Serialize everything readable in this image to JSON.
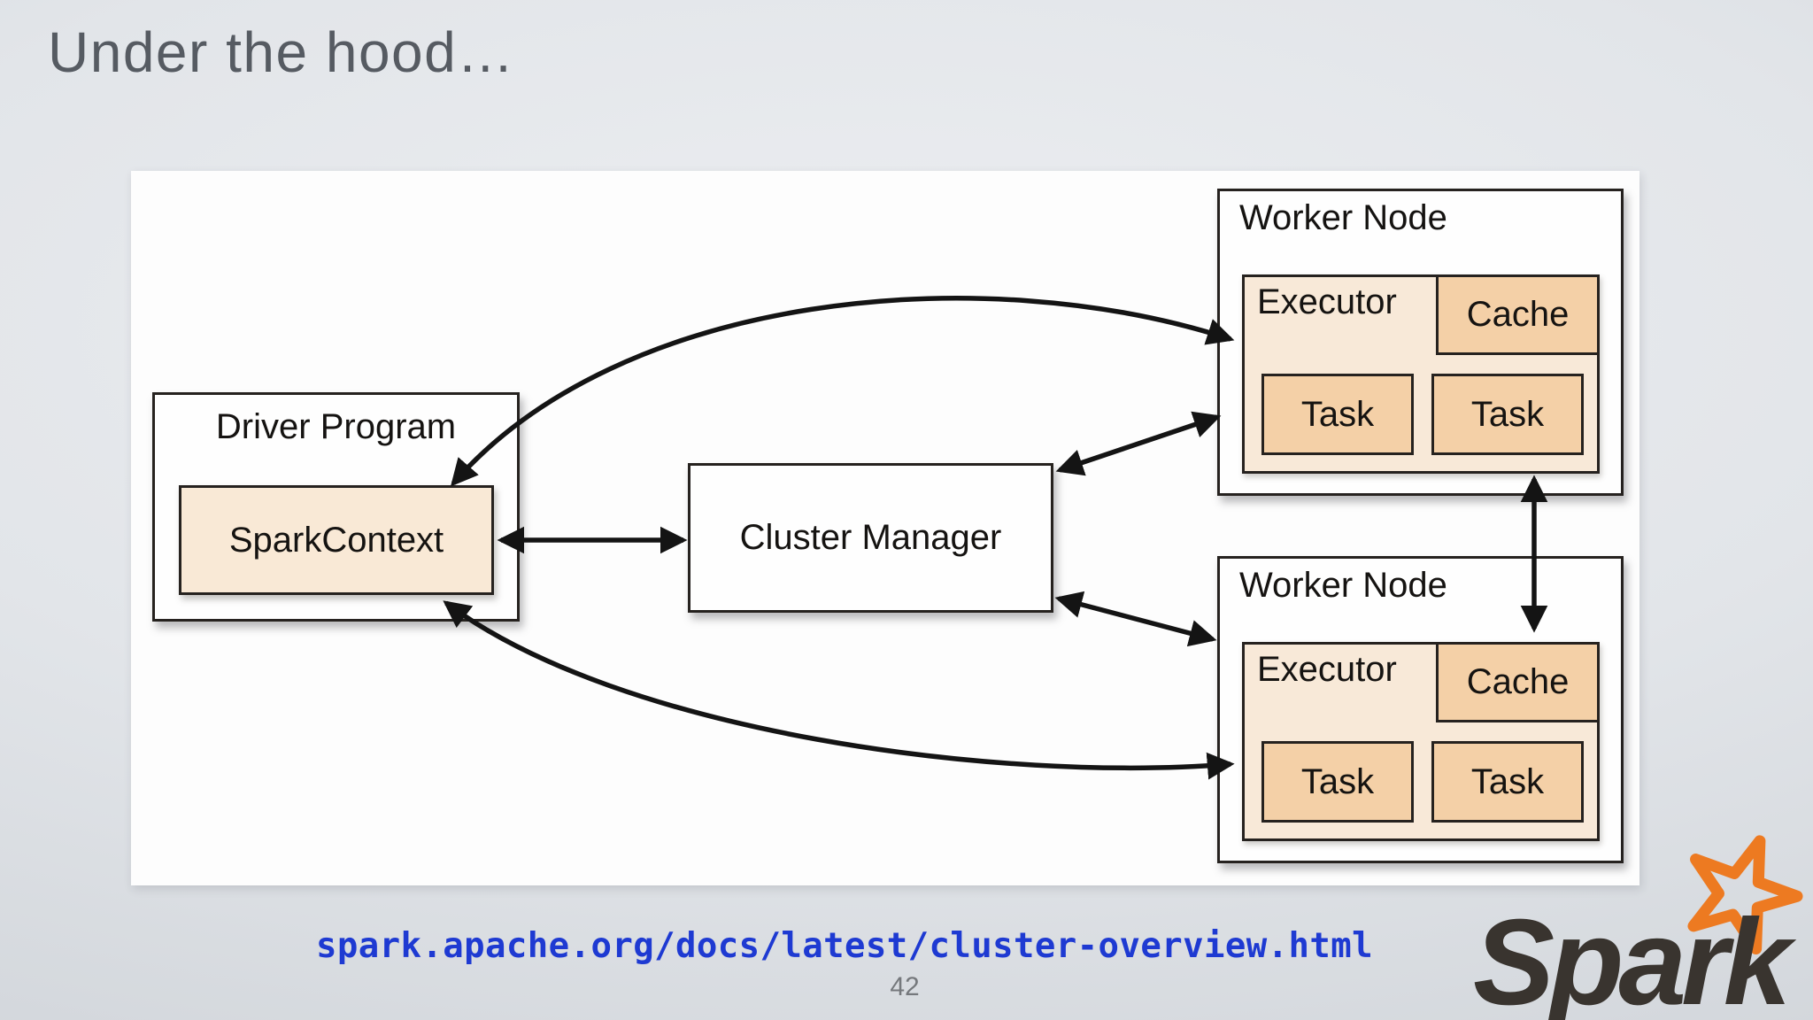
{
  "slide": {
    "title": "Under the hood…",
    "link": "spark.apache.org/docs/latest/cluster-overview.html",
    "page_number": "42"
  },
  "diagram": {
    "driver_program": {
      "label": "Driver Program",
      "spark_context": "SparkContext"
    },
    "cluster_manager": {
      "label": "Cluster Manager"
    },
    "worker_nodes": [
      {
        "label": "Worker Node",
        "executor": "Executor",
        "cache": "Cache",
        "tasks": [
          "Task",
          "Task"
        ]
      },
      {
        "label": "Worker Node",
        "executor": "Executor",
        "cache": "Cache",
        "tasks": [
          "Task",
          "Task"
        ]
      }
    ],
    "connections": [
      {
        "from": "SparkContext",
        "to": "Cluster Manager",
        "style": "straight",
        "bidirectional": true
      },
      {
        "from": "SparkContext",
        "to": "Worker Node 1 Executor",
        "style": "curved",
        "bidirectional": true
      },
      {
        "from": "SparkContext",
        "to": "Worker Node 2 Executor",
        "style": "curved",
        "bidirectional": true
      },
      {
        "from": "Cluster Manager",
        "to": "Worker Node 1",
        "style": "straight",
        "bidirectional": true
      },
      {
        "from": "Cluster Manager",
        "to": "Worker Node 2",
        "style": "straight",
        "bidirectional": true
      },
      {
        "from": "Worker Node 1",
        "to": "Worker Node 2",
        "style": "straight",
        "bidirectional": true
      }
    ],
    "colors": {
      "panel_background": "#fdfdfd",
      "box_border": "#26221f",
      "white_box_fill": "#fefefe",
      "executor_fill": "#f8e9d8",
      "spark_context_fill": "#f9e9d6",
      "cache_task_fill": "#f4d0a7",
      "arrow": "#141414",
      "link_blue": "#1e3ad2",
      "title_gray": "#565b62"
    }
  },
  "logo": {
    "text": "Spark",
    "star_color": "#ed7a21",
    "text_color": "#39342f"
  }
}
